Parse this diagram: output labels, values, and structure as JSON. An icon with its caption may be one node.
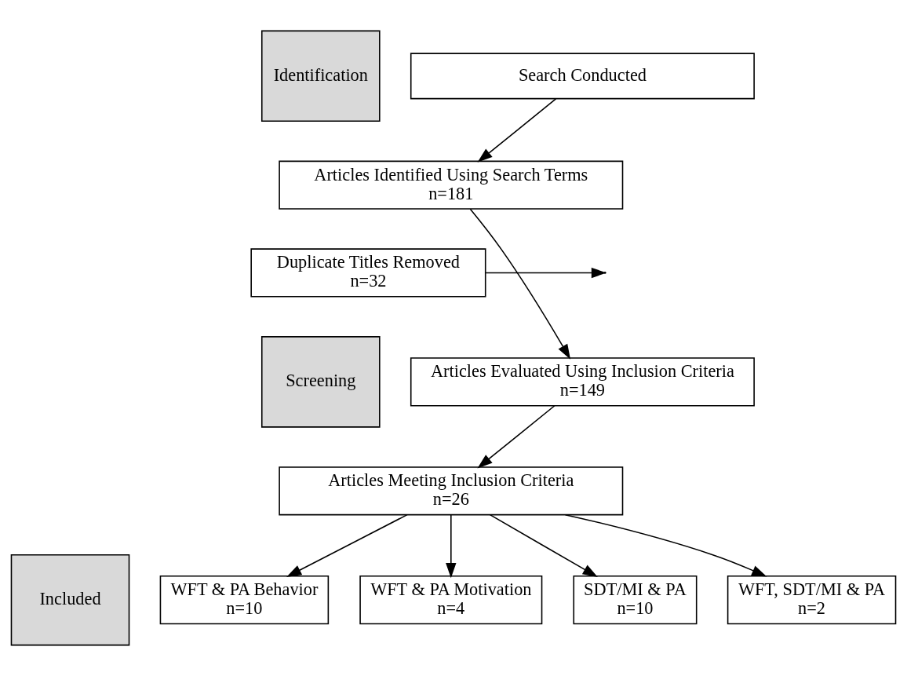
{
  "diagram": {
    "nodes": [
      {
        "text": [
          "Identification"
        ]
      },
      {
        "text": [
          "Search Conducted"
        ]
      },
      {
        "text": [
          "Articles Identified Using Search Terms",
          "n=181"
        ]
      },
      {
        "text": [
          "Duplicate Titles Removed",
          "n=32"
        ]
      },
      {
        "text": [
          "Screening"
        ]
      },
      {
        "text": [
          "Articles Evaluated Using Inclusion Criteria",
          "n=149"
        ]
      },
      {
        "text": [
          "Articles Meeting Inclusion Criteria",
          "n=26"
        ]
      },
      {
        "text": [
          "Included"
        ]
      },
      {
        "text": [
          "WFT & PA Behavior",
          "n=10"
        ]
      },
      {
        "text": [
          "WFT & PA Motivation",
          "n=4"
        ]
      },
      {
        "text": [
          "SDT/MI & PA",
          "n=10"
        ]
      },
      {
        "text": [
          "WFT, SDT/MI & PA",
          "n=2"
        ]
      }
    ],
    "edges": [
      {
        "from": 1,
        "to": 2,
        "arrow": "to"
      },
      {
        "from": 2,
        "to": 5,
        "arrow": "to"
      },
      {
        "from": 3,
        "to": null,
        "arrow": "to"
      },
      {
        "from": 5,
        "to": 6,
        "arrow": "to"
      },
      {
        "from": 6,
        "to": 8,
        "arrow": "to"
      },
      {
        "from": 6,
        "to": 9,
        "arrow": "to"
      },
      {
        "from": 6,
        "to": 10,
        "arrow": "to"
      },
      {
        "from": 6,
        "to": 11,
        "arrow": "to"
      }
    ]
  }
}
